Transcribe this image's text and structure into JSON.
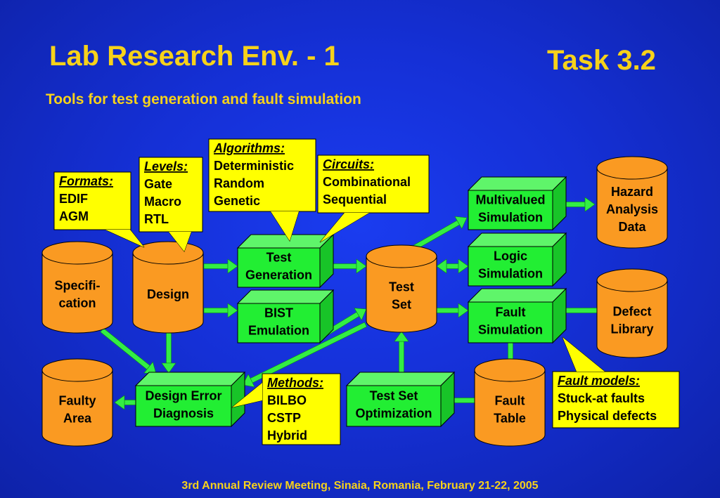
{
  "title": "Lab Research Env. - 1",
  "task": "Task 3.2",
  "subtitle": "Tools for test generation and fault simulation",
  "footer": "3rd Annual Review Meeting, Sinaia, Romania, February 21-22, 2005",
  "colors": {
    "background": "#1530d6",
    "title": "#f7d21a",
    "cylinder": "#fa9a22",
    "box": "#22ee33",
    "note": "#ffff00",
    "arrow": "#33ee44"
  },
  "cylinders": {
    "specification": [
      "Specifi-",
      "cation"
    ],
    "design": [
      "Design"
    ],
    "test_set": [
      "Test",
      "Set"
    ],
    "hazard_data": [
      "Hazard",
      "Analysis",
      "Data"
    ],
    "defect_library": [
      "Defect",
      "Library"
    ],
    "faulty_area": [
      "Faulty",
      "Area"
    ],
    "fault_table": [
      "Fault",
      "Table"
    ]
  },
  "boxes": {
    "test_generation": [
      "Test",
      "Generation"
    ],
    "bist_emulation": [
      "BIST",
      "Emulation"
    ],
    "multivalued_simulation": [
      "Multivalued",
      "Simulation"
    ],
    "logic_simulation": [
      "Logic",
      "Simulation"
    ],
    "fault_simulation": [
      "Fault",
      "Simulation"
    ],
    "design_error_diagnosis": [
      "Design Error",
      "Diagnosis"
    ],
    "test_set_optimization": [
      "Test Set",
      "Optimization"
    ]
  },
  "notes": {
    "formats": {
      "heading": "Formats:",
      "items": [
        "EDIF",
        "AGM"
      ]
    },
    "levels": {
      "heading": "Levels:",
      "items": [
        "Gate",
        "Macro",
        "RTL"
      ]
    },
    "algorithms": {
      "heading": "Algorithms:",
      "items": [
        "Deterministic",
        "Random",
        "Genetic"
      ]
    },
    "circuits": {
      "heading": "Circuits:",
      "items": [
        "Combinational",
        "Sequential"
      ]
    },
    "methods": {
      "heading": "Methods:",
      "items": [
        "BILBO",
        "CSTP",
        "Hybrid"
      ]
    },
    "fault_models": {
      "heading": "Fault models:",
      "items": [
        "Stuck-at faults",
        "Physical defects"
      ]
    }
  }
}
